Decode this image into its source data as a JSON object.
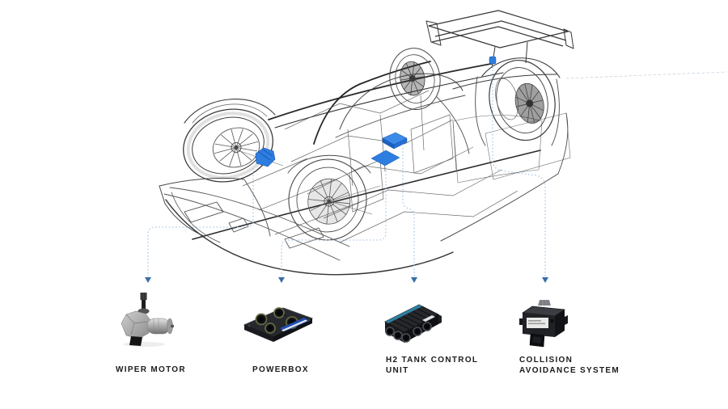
{
  "diagram": {
    "background": "#ffffff",
    "sketch_line_color": "#3a3a3a",
    "accent_blue": "#2e7de0",
    "callout_line_color": "#9cbfe3",
    "arrow_color": "#3a6ea5",
    "label_color": "#1b1b1b",
    "car_sketch": "wireframe race car, nose lower-left, rear wing upper-right"
  },
  "parts": [
    {
      "id": "wiper-motor",
      "label": "WIPER MOTOR",
      "icon": "wiper-motor-photo"
    },
    {
      "id": "powerbox",
      "label": "POWERBOX",
      "icon": "powerbox-photo"
    },
    {
      "id": "h2-tank-control-unit",
      "label": "H2 TANK CONTROL UNIT",
      "icon": "h2-tank-control-unit-photo"
    },
    {
      "id": "collision-avoidance-system",
      "label": "COLLISION AVOIDANCE SYSTEM",
      "icon": "collision-avoidance-sensor-photo"
    }
  ]
}
